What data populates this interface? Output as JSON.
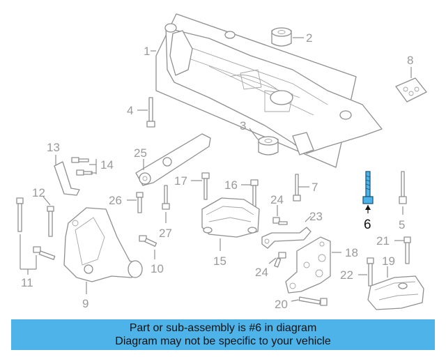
{
  "callouts": {
    "n1": "1",
    "n2": "2",
    "n3": "3",
    "n4": "4",
    "n5": "5",
    "n6": "6",
    "n7": "7",
    "n8": "8",
    "n9": "9",
    "n10": "10",
    "n11": "11",
    "n12": "12",
    "n13": "13",
    "n14": "14",
    "n15": "15",
    "n16": "16",
    "n17": "17",
    "n18": "18",
    "n19": "19",
    "n20": "20",
    "n21": "21",
    "n22": "22",
    "n23": "23",
    "n24a": "24",
    "n24b": "24",
    "n25": "25",
    "n26": "26",
    "n27": "27"
  },
  "highlight_color": "#4db3e8",
  "caption": {
    "line1": "Part or sub-assembly is #6 in diagram",
    "line2": "Diagram may not be specific to your vehicle"
  }
}
